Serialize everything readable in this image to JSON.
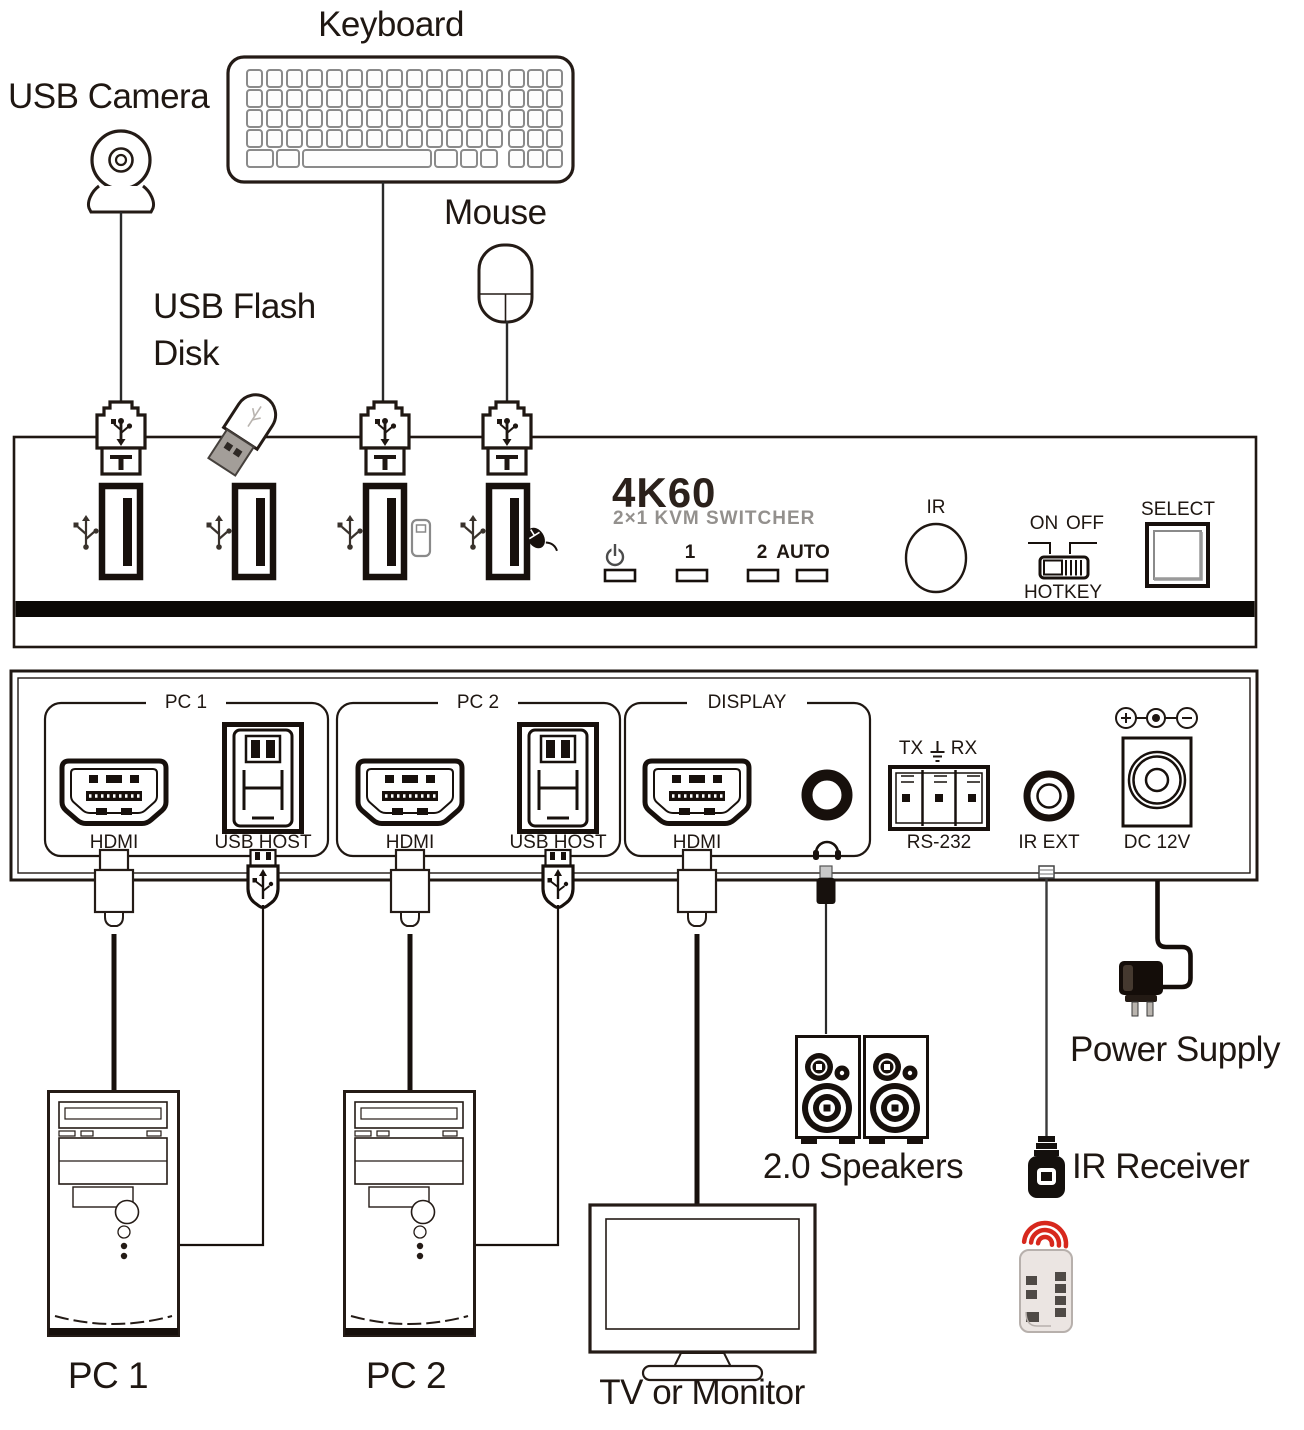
{
  "peripherals": {
    "keyboard": "Keyboard",
    "camera": "USB Camera",
    "mouse": "Mouse",
    "flash_line1": "USB Flash",
    "flash_line2": "Disk"
  },
  "front_panel": {
    "brand": "4K60",
    "model": "2×1 KVM SWITCHER",
    "port1": "1",
    "port2": "2",
    "auto": "AUTO",
    "ir": "IR",
    "on": "ON",
    "off": "OFF",
    "hotkey": "HOTKEY",
    "select": "SELECT"
  },
  "rear_panel": {
    "pc1_group": "PC 1",
    "pc2_group": "PC 2",
    "display_group": "DISPLAY",
    "hdmi": "HDMI",
    "usb_host": "USB HOST",
    "tx": "TX",
    "rx": "RX",
    "rs232": "RS-232",
    "ir_ext": "IR EXT",
    "dc12v": "DC 12V"
  },
  "devices": {
    "pc1": "PC 1",
    "pc2": "PC 2",
    "tv": "TV or Monitor",
    "speakers": "2.0 Speakers",
    "power": "Power Supply",
    "ir_receiver": "IR Receiver"
  },
  "colors": {
    "line": "#1f1712",
    "gray": "#8e8e8e",
    "ir_wave_red": "#d7281d",
    "remote_body": "#ebe5e2"
  }
}
